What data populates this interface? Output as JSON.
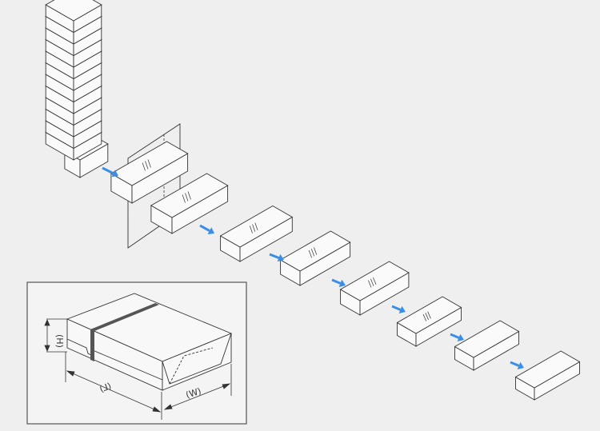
{
  "diagram": {
    "line_color": "#333333",
    "arrow_color": "#3a8ee6",
    "band_color": "#555555",
    "inset": {
      "height_label": "(H)",
      "length_label": "(L)",
      "width_label": "(W)"
    }
  }
}
